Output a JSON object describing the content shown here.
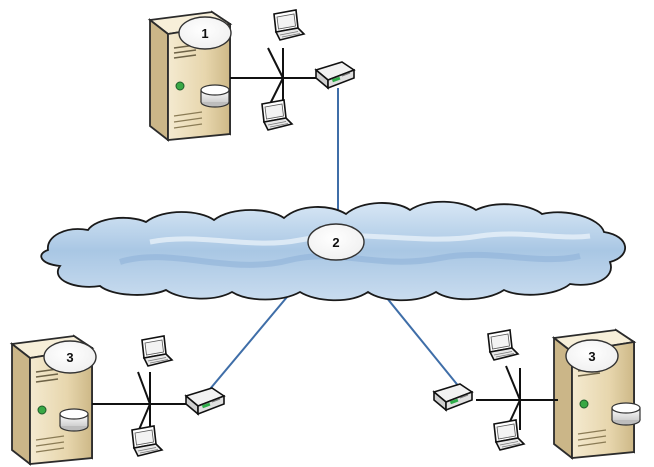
{
  "diagram": {
    "sites": [
      {
        "label": "1"
      },
      {
        "label": "3"
      },
      {
        "label": "3"
      }
    ],
    "network": {
      "label": "2"
    },
    "colors": {
      "link": "#3f6ea8",
      "cloud_fill": "#b7d1ea",
      "cloud_edge": "#1a1a1a",
      "server_body": "#eadcb9",
      "server_shade": "#c8b487",
      "status_led": "#39a845"
    },
    "icons": [
      "server-icon",
      "laptop-icon",
      "switch-icon",
      "cloud-icon",
      "disk-icon"
    ]
  }
}
